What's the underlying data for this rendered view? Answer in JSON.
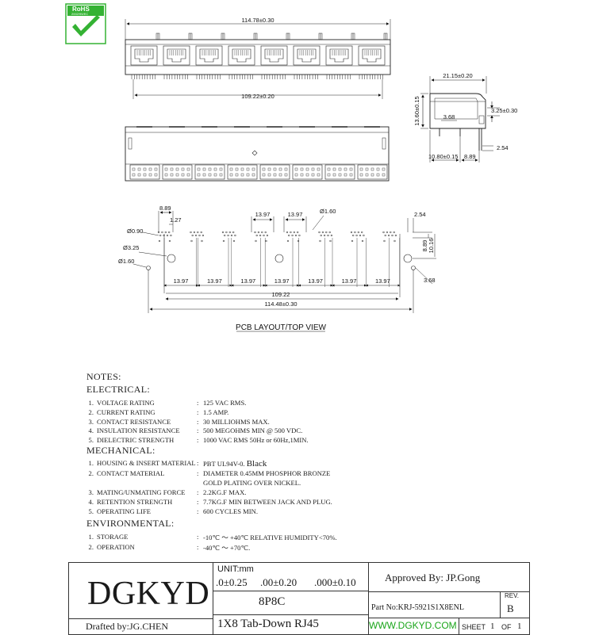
{
  "rohs": {
    "title": "RoHS",
    "sub": "2002/95/EC"
  },
  "dimensions": {
    "front_overall": "114.78±0.30",
    "front_pitch": "109.22±0.20",
    "side_depth": "21.15±0.20",
    "side_height": "13.60±0.15",
    "side_offset": "3.25±0.30",
    "side_inner": "3.68",
    "side_pin": "2.54",
    "side_bottom_a": "10.80±0.15",
    "side_bottom_b": "8.89",
    "pcb_889": "8.89",
    "pcb_127": "1.27",
    "pcb_090": "Ø0.90",
    "pcb_325": "Ø3.25",
    "pcb_160a": "Ø1.60",
    "pcb_160b": "Ø1.60",
    "pcb_1397_top": "13.97",
    "pcb_254": "2.54",
    "pcb_889r": "8.89",
    "pcb_1016": "10.16",
    "pcb_368": "3.68",
    "pcb_spacing": [
      "13.97",
      "13.97",
      "13.97",
      "13.97",
      "13.97",
      "13.97",
      "13.97"
    ],
    "pcb_109": "109.22",
    "pcb_114": "114.48±0.30"
  },
  "pcb_title": "PCB LAYOUT/TOP VIEW",
  "notes": {
    "title": "NOTES:",
    "electrical": {
      "heading": "ELECTRICAL:",
      "items": [
        {
          "n": "1.",
          "label": "VOLTAGE RATING",
          "value": "125 VAC RMS."
        },
        {
          "n": "2.",
          "label": "CURRENT RATING",
          "value": "1.5 AMP."
        },
        {
          "n": "3.",
          "label": "CONTACT RESISTANCE",
          "value": "30 MILLIOHMS MAX."
        },
        {
          "n": "4.",
          "label": "INSULATION RESISTANCE",
          "value": "500 MEGOHMS MIN @ 500 VDC."
        },
        {
          "n": "5.",
          "label": "DIELECTRIC STRENGTH",
          "value": "1000 VAC RMS 50Hz or 60Hz,1MIN."
        }
      ]
    },
    "mechanical": {
      "heading": "MECHANICAL:",
      "items": [
        {
          "n": "1.",
          "label": "HOUSING & INSERT MATERIAL",
          "value": "PBT UL94V-0.",
          "value_b": "Black"
        },
        {
          "n": "2.",
          "label": "CONTACT MATERIAL",
          "value": "DIAMETER 0.45MM PHOSPHOR BRONZE",
          "value2": "GOLD PLATING OVER NICKEL."
        },
        {
          "n": "3.",
          "label": "MATING/UNMATING FORCE",
          "value": "2.2KG.F MAX."
        },
        {
          "n": "4.",
          "label": "RETENTION STRENGTH",
          "value": "7.7KG.F MIN BETWEEN JACK AND PLUG."
        },
        {
          "n": "5.",
          "label": "OPERATING LIFE",
          "value": "600 CYCLES MIN."
        }
      ]
    },
    "environmental": {
      "heading": "ENVIRONMENTAL:",
      "items": [
        {
          "n": "1.",
          "label": "STORAGE",
          "value": "-10℃ ～ +40℃ RELATIVE HUMIDITY<70%."
        },
        {
          "n": "2.",
          "label": "OPERATION",
          "value": "-40℃ ～ +70℃."
        }
      ]
    }
  },
  "title_block": {
    "company": "DGKYD",
    "drafted": "Drafted by:JG.CHEN",
    "unit": "UNIT:mm",
    "tol_1": ".0±0.25",
    "tol_2": ".00±0.20",
    "tol_3": ".000±0.10",
    "type": "8P8C",
    "desc": "1X8 Tab-Down RJ45",
    "approved": "Approved By: JP.Gong",
    "rev_label": "REV.",
    "part_no": "Part No:KRJ-5921S1X8ENL",
    "rev": "B",
    "website": "WWW.DGKYD.COM",
    "sheet_label": "SHEET",
    "sheet_num": "1",
    "of_label": "OF",
    "sheet_total": "1"
  },
  "colors": {
    "website": "#1aa51a",
    "rohs": "#34b233"
  }
}
